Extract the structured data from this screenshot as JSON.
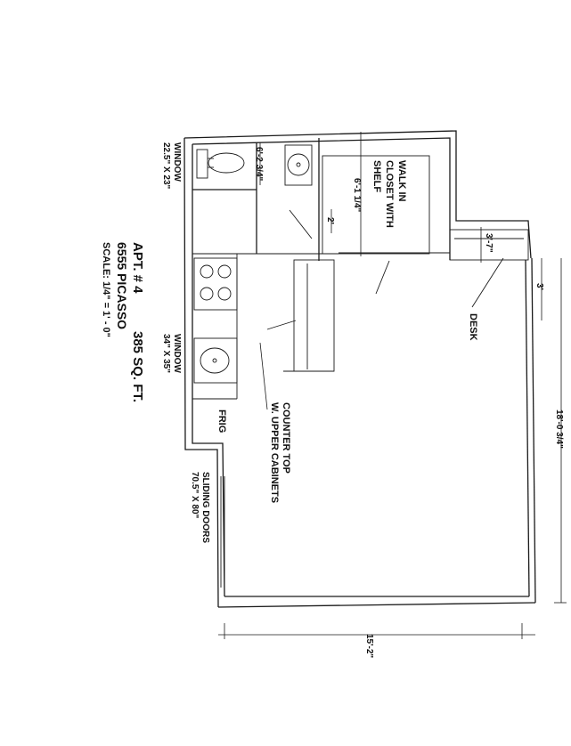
{
  "title": {
    "apt": "APT. # 4",
    "area": "385 SQ. FT.",
    "address": "6555 PICASSO",
    "scale": "SCALE: 1/4\" = 1' - 0\""
  },
  "labels": {
    "walk_in_1": "WALK IN",
    "walk_in_2": "CLOSET WITH",
    "walk_in_3": "SHELF",
    "desk": "DESK",
    "counter_1": "COUNTER TOP",
    "counter_2": "W. UPPER CABINETS",
    "frig": "FRIG",
    "window_bath": "WINDOW",
    "window_bath_size": "22.5\" X 23\"",
    "window_kitchen": "WINDOW",
    "window_kitchen_size": "34\" X 35\"",
    "sliding_1": "SLIDING DOORS",
    "sliding_2": "70.5\" X 80\""
  },
  "dimensions": {
    "bath_width": "6'-2 3/4\"",
    "closet_width": "6'-1 1/4\"",
    "closet_door": "2'",
    "desk_depth": "3'-7\"",
    "desk_width": "3'",
    "room_length": "18'-0 3/4\"",
    "room_width": "15'-2\""
  }
}
